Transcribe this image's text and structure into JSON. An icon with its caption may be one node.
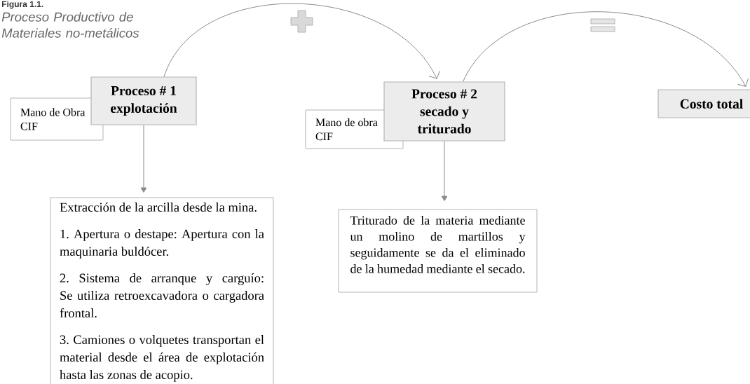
{
  "diagram": {
    "title": "Figura 1.1.",
    "caption": "Proceso Productivo de Materiales no-metálicos",
    "nodes": [
      {
        "text": [
          "Mano de Obra CIF"
        ]
      },
      {
        "text": [
          "Proceso # 1 explotación"
        ]
      },
      {
        "text": [
          "Mano de obra CIF"
        ]
      },
      {
        "text": [
          "Proceso # 2 secado y triturado"
        ]
      },
      {
        "text": [
          "Costo total"
        ]
      },
      {
        "text": [
          "Extracción de la arcilla desde la mina.",
          "1. Apertura o destape: Apertura con la maquinaria buldócer.",
          "2. Sistema de arranque y carguío: Se utiliza retroexcavadora o cargadora frontal.",
          "3. Camiones o volquetes transportan el material desde el área de explotación hasta las zonas de acopio."
        ]
      },
      {
        "text": [
          "Triturado de la materia mediante un molino de martillos y seguidamente se da el eliminado de la humedad mediante el secado."
        ]
      }
    ],
    "edges": [
      {
        "from": 1,
        "to": 3,
        "arrow": "to"
      },
      {
        "from": 3,
        "to": 4,
        "arrow": "to"
      },
      {
        "from": 1,
        "to": 5,
        "arrow": "to"
      },
      {
        "from": 3,
        "to": 6,
        "arrow": "to"
      }
    ]
  }
}
